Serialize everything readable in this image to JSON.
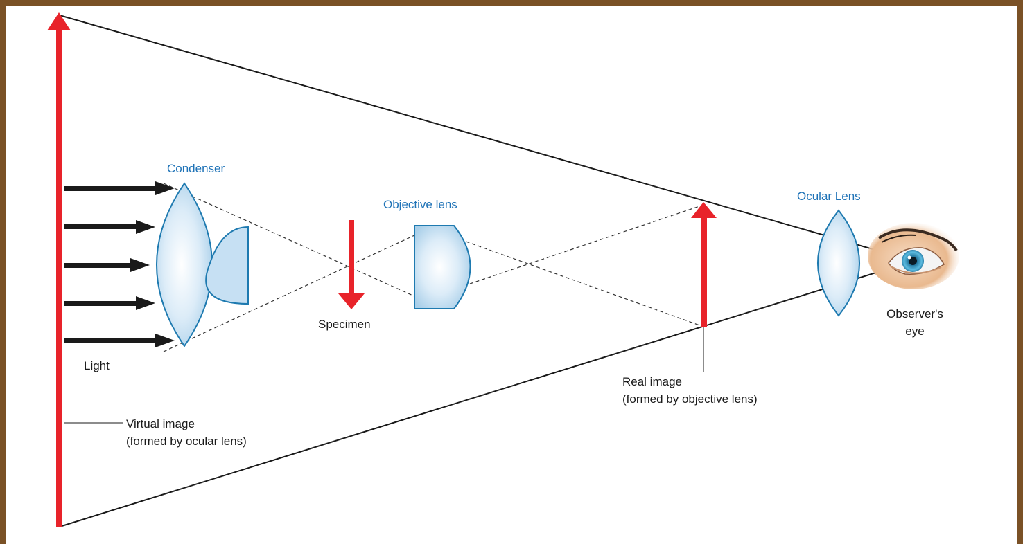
{
  "labels": {
    "condenser": "Condenser",
    "objective_lens": "Objective lens",
    "ocular_lens": "Ocular Lens",
    "specimen": "Specimen",
    "light": "Light",
    "observer_eye_line1": "Observer's",
    "observer_eye_line2": "eye",
    "real_image_line1": "Real image",
    "real_image_line2": "(formed by objective lens)",
    "virtual_image_line1": "Virtual image",
    "virtual_image_line2": "(formed by ocular lens)"
  },
  "colors": {
    "border": "#7a5126",
    "lens_fill": "#c6e0f3",
    "lens_stroke": "#1e7ab0",
    "label_blue": "#1f73b7",
    "image_arrow": "#e8232a",
    "light_arrow": "#1a1a1a"
  },
  "icons": [
    "eye-icon",
    "light-arrow-icon",
    "red-arrow-icon"
  ]
}
